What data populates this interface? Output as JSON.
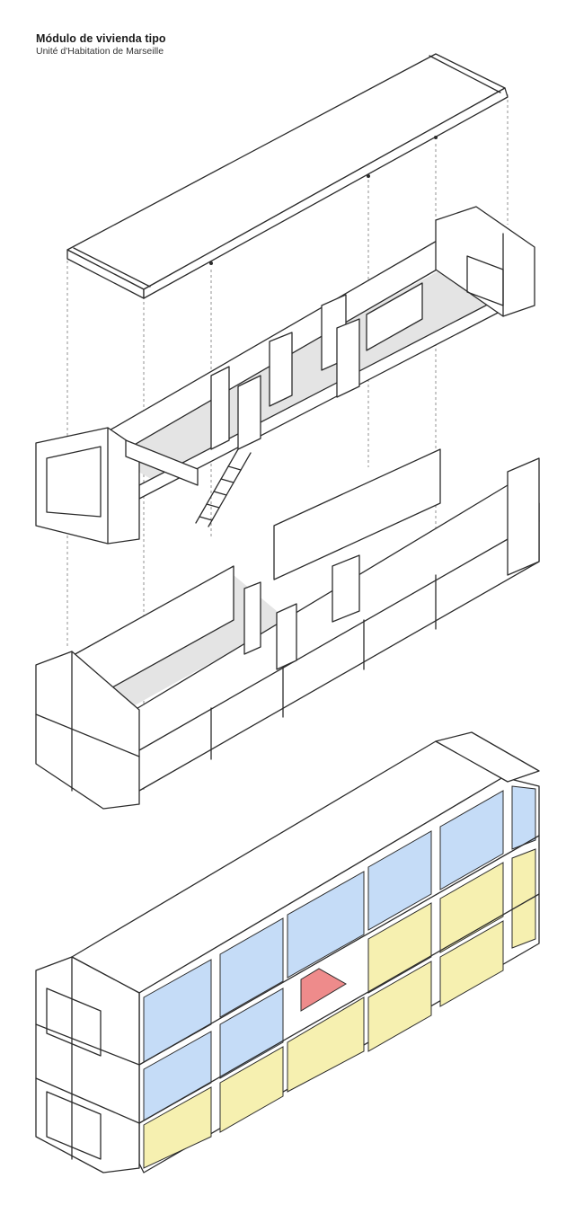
{
  "header": {
    "title": "Módulo de vivienda tipo",
    "subtitle": "Unité d'Habitation de Marseille"
  },
  "colors": {
    "background": "#ffffff",
    "line": "#2b2b2b",
    "floor": "#e4e4e4",
    "glazing_blue": "#c5dcf7",
    "glazing_yellow": "#f6f0b0",
    "accent_red": "#ee8b8b"
  },
  "layers": [
    "roof-slab",
    "upper-level",
    "lower-level",
    "assembled-module"
  ]
}
